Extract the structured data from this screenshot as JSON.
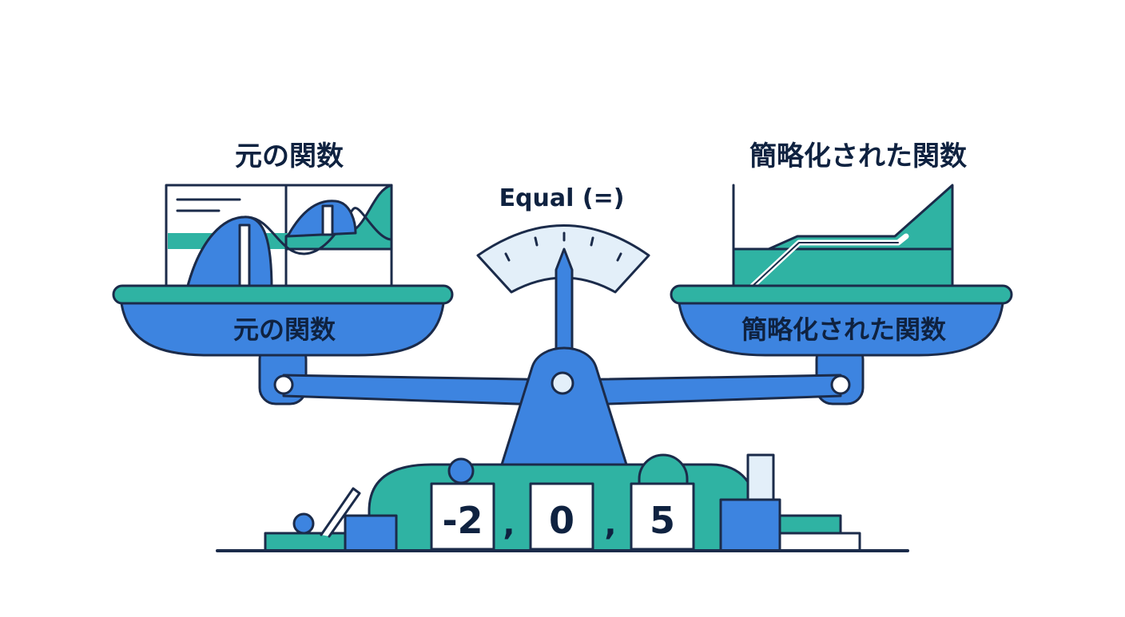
{
  "colors": {
    "outline": "#1b2b4a",
    "blue": "#3d84e0",
    "teal": "#2fb3a3",
    "light_blue": "#e3eff9",
    "white": "#ffffff"
  },
  "left_pan": {
    "title": "元の関数",
    "label": "元の関数"
  },
  "right_pan": {
    "title": "簡略化された関数",
    "label": "簡略化された関数"
  },
  "gauge": {
    "label": "Equal (=)"
  },
  "base": {
    "digits": [
      "-2",
      "0",
      "5"
    ],
    "separators": [
      ",",
      ","
    ]
  }
}
